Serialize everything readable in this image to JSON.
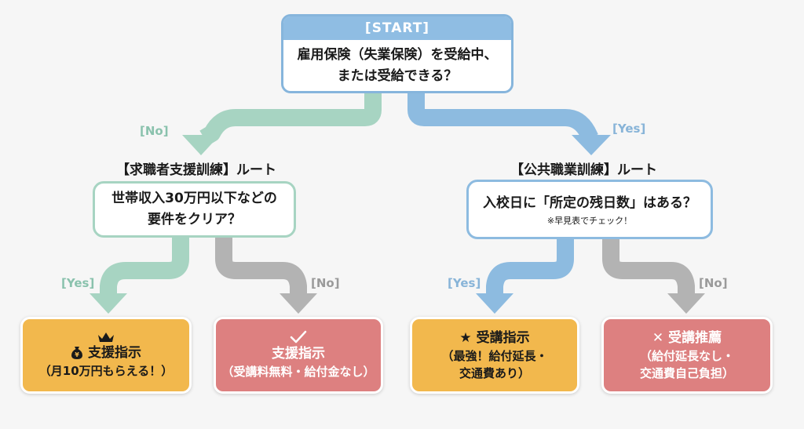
{
  "start": {
    "header": "[START]",
    "question_line1": "雇用保険（失業保険）を受給中、",
    "question_line2": "または受給できる？"
  },
  "branch_no": "[No]",
  "branch_yes": "[Yes]",
  "left_route": {
    "title": "【求職者支援訓練】ルート",
    "question_line1": "世帯収入30万円以下などの",
    "question_line2": "要件をクリア？",
    "yes_label": "[Yes]",
    "no_label": "[No]",
    "result_yes": {
      "title": "支援指示",
      "detail": "（月10万円もらえる！）"
    },
    "result_no": {
      "title": "支援指示",
      "detail": "（受講料無料・給付金なし）"
    }
  },
  "right_route": {
    "title": "【公共職業訓練】ルート",
    "question": "入校日に「所定の残日数」はある？",
    "note": "※早見表でチェック！",
    "yes_label": "[Yes]",
    "no_label": "[No]",
    "result_yes": {
      "title": "受講指示",
      "detail_line1": "（最強！給付延長・",
      "detail_line2": "交通費あり）"
    },
    "result_no": {
      "title": "受講推薦",
      "detail_line1": "（給付延長なし・",
      "detail_line2": "交通費自己負担）"
    }
  },
  "colors": {
    "green": "#a7d4c2",
    "blue": "#8dbbe0",
    "gray": "#b3b3b3",
    "yellow": "#f2b84d",
    "red": "#dd8080"
  },
  "icons": [
    "crown-icon",
    "money-bag-icon",
    "checkmark-icon",
    "star-icon",
    "x-mark-icon"
  ]
}
